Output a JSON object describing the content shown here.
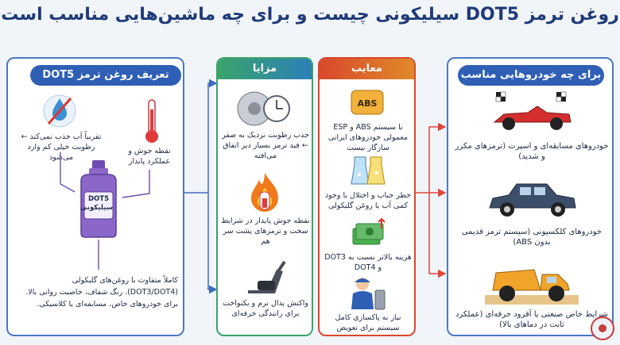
{
  "title": "روغن ترمز DOT5 سیلیکونی چیست و برای چه ماشین‌هایی مناسب است",
  "definition": {
    "header": "تعریف روغن ترمز DOT5 سیلیکونی",
    "water_note": "تقریباً آب جذب نمی‌کند ← رطوبت خیلی کم وارد می‌شود",
    "boiling_note": "نقطه جوش و عملکرد پایدار",
    "bottle_label": "DOT5\nسیلیکونی",
    "difference_note": "کاملاً متفاوت با روغن‌های گلیکولی (DOT3/DOT4). رنگ شفاف، خاصیت روانی بالا. برای خودروهای خاص، مسابقه‌ای یا کلاسیکی."
  },
  "advantages": {
    "header": "مزایا",
    "items": [
      {
        "text": "جذب رطوبت نزدیک به صفر ← فید ترمز بسیار دیر اتفاق می‌افته",
        "icon": "brake-disc-icon"
      },
      {
        "text": "نقطه جوش پایدار در شرایط سخت و ترمزهای پشت سر هم",
        "icon": "fire-icon"
      },
      {
        "text": "واکنش پدال نرم و یکنواخت برای رانندگی حرفه‌ای",
        "icon": "pedal-icon"
      }
    ]
  },
  "disadvantages": {
    "header": "معایب",
    "items": [
      {
        "text": "با سیستم ABS و ESP معمولی خودروهای ایرانی سازگار نیست",
        "icon": "abs-icon"
      },
      {
        "text": "خطر حباب و اختلال با وجود کمی آب یا روغن گلیکولی",
        "icon": "beaker-icon"
      },
      {
        "text": "هزینه بالاتر نسبت به DOT3 و DOT4",
        "icon": "money-icon"
      },
      {
        "text": "نیاز به پاکسازی کامل سیستم برای تعویض",
        "icon": "mechanic-icon"
      }
    ]
  },
  "suitable": {
    "header": "برای چه خودروهایی مناسب است",
    "items": [
      {
        "text": "خودروهای مسابقه‌ای و اسپرت (ترمزهای مکرر و شدید)",
        "icon": "race-car-icon"
      },
      {
        "text": "خودروهای کلکسیونی (سیستم ترمز قدیمی بدون ABS)",
        "icon": "classic-car-icon"
      },
      {
        "text": "شرایط خاص صنعتی یا آفرود حرفه‌ای (عملکرد ثابت در دماهای بالا)",
        "icon": "truck-icon"
      }
    ]
  },
  "colors": {
    "title": "#1f3a78",
    "panel_border": "#4a78c4",
    "def_header": "#2f5fb5",
    "adv_header": "#2a9d5a",
    "dis_header": "#d9482b",
    "suit_header": "#2f5fb5",
    "arrow": "#e0473a"
  }
}
